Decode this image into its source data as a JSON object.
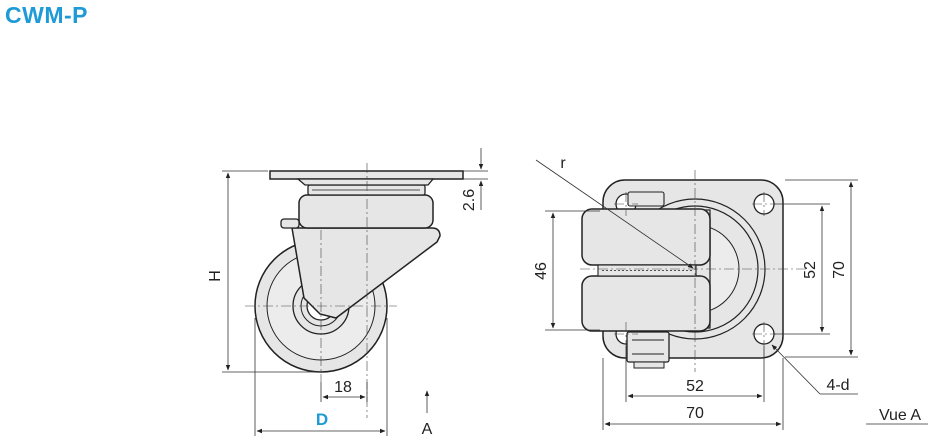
{
  "title": "CWM-P",
  "side_view": {
    "label_h": "H",
    "label_2_6": "2.6",
    "label_18": "18",
    "label_d": "D",
    "label_a": "A"
  },
  "view_a": {
    "label_r": "r",
    "label_46": "46",
    "label_52_vertical": "52",
    "label_70_vertical": "70",
    "label_52_horizontal": "52",
    "label_70_horizontal": "70",
    "label_4d": "4-d",
    "label_vue_a": "Vue A"
  },
  "colors": {
    "title": "#1e9ad6",
    "d_label": "#1e9ad6",
    "part_fill": "#e6e6e6",
    "line": "#222222"
  }
}
